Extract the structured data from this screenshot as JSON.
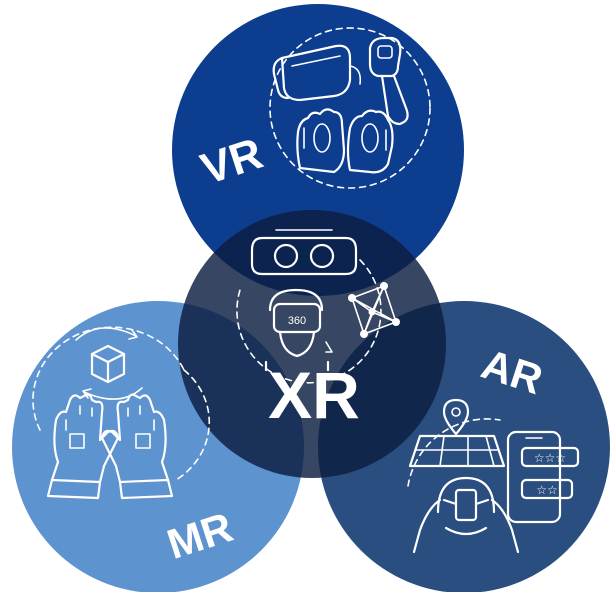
{
  "diagram": {
    "center_label": "XR",
    "circles": [
      {
        "label": "VR",
        "color": "#0d3d8f"
      },
      {
        "label": "MR",
        "color": "#5d93cf"
      },
      {
        "label": "AR",
        "color": "#2a4e80"
      }
    ],
    "center_color": "#0b1d3f",
    "icons": {
      "vr": [
        "vr-headset-icon",
        "vr-controller-icon",
        "hand-icon"
      ],
      "xr": [
        "vr-goggles-icon",
        "person-360-headset-icon",
        "network-graph-icon"
      ],
      "mr": [
        "rotating-cube-icon",
        "gloved-hands-icon"
      ],
      "ar": [
        "map-pin-icon",
        "smartphone-ratings-icon",
        "person-with-phone-icon"
      ]
    },
    "headset_badge": "360"
  }
}
